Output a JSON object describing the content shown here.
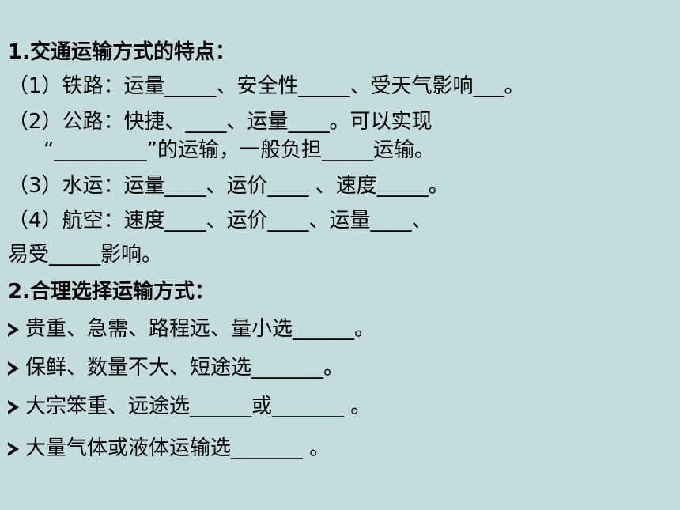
{
  "section1": {
    "title": "1.交通运输方式的特点：",
    "rail": "（1）铁路：运量_____、安全性_____、受天气影响___。",
    "road_a": "（2）公路：快捷、____、运量____。可以实现",
    "road_b": "“_________”的运输，一般负担_____运输。",
    "water": "（3）水运：运量____、运价____ 、速度_____。",
    "air_a": "（4）航空：速度____、运价____、运量____、",
    "air_b": "易受_____影响。"
  },
  "section2": {
    "title": "2.合理选择运输方式：",
    "items": [
      "贵重、急需、路程远、量小选______。",
      "保鲜、数量不大、短途选_______。",
      "大宗笨重、远途选______或_______ 。",
      "大量气体或液体运输选_______ 。"
    ]
  }
}
